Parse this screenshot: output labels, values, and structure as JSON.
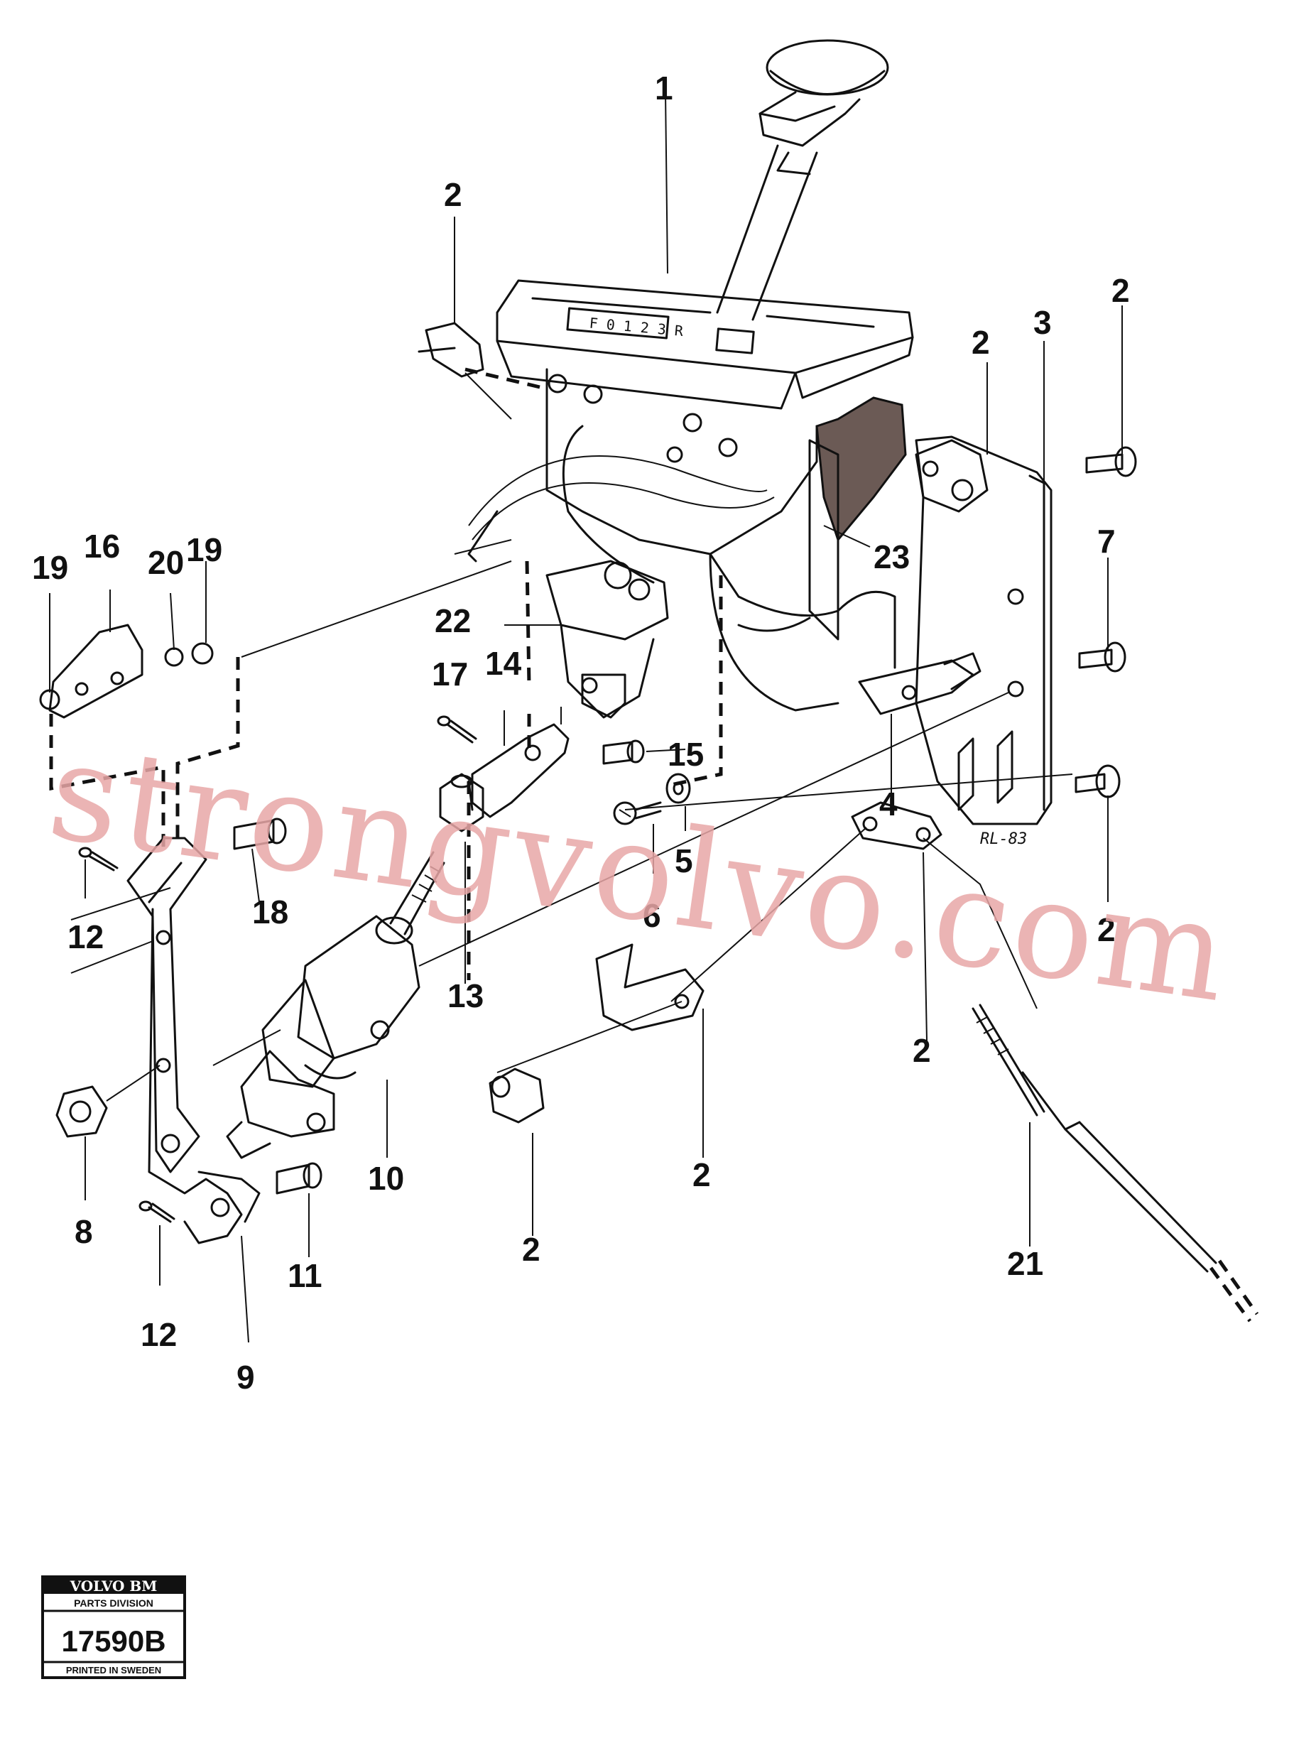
{
  "callouts": {
    "n1": "1",
    "n2": "2",
    "n3": "3",
    "n4": "4",
    "n5": "5",
    "n6": "6",
    "n7": "7",
    "n8": "8",
    "n9": "9",
    "n10": "10",
    "n11": "11",
    "n12": "12",
    "n13": "13",
    "n14": "14",
    "n15": "15",
    "n16": "16",
    "n17": "17",
    "n18": "18",
    "n19": "19",
    "n20": "20",
    "n21": "21",
    "n22": "22",
    "n23": "23"
  },
  "watermark": "strongvolvo.com",
  "drawing_mark": "RL-83",
  "shifter_plate_text": "F 0 1 2 3 R",
  "stamp": {
    "brand": "VOLVO BM",
    "division": "PARTS DIVISION",
    "number": "17590B",
    "printed": "PRINTED IN SWEDEN"
  },
  "colors": {
    "ink": "#111111",
    "watermark": "#e8a7a7",
    "paper": "#ffffff"
  }
}
